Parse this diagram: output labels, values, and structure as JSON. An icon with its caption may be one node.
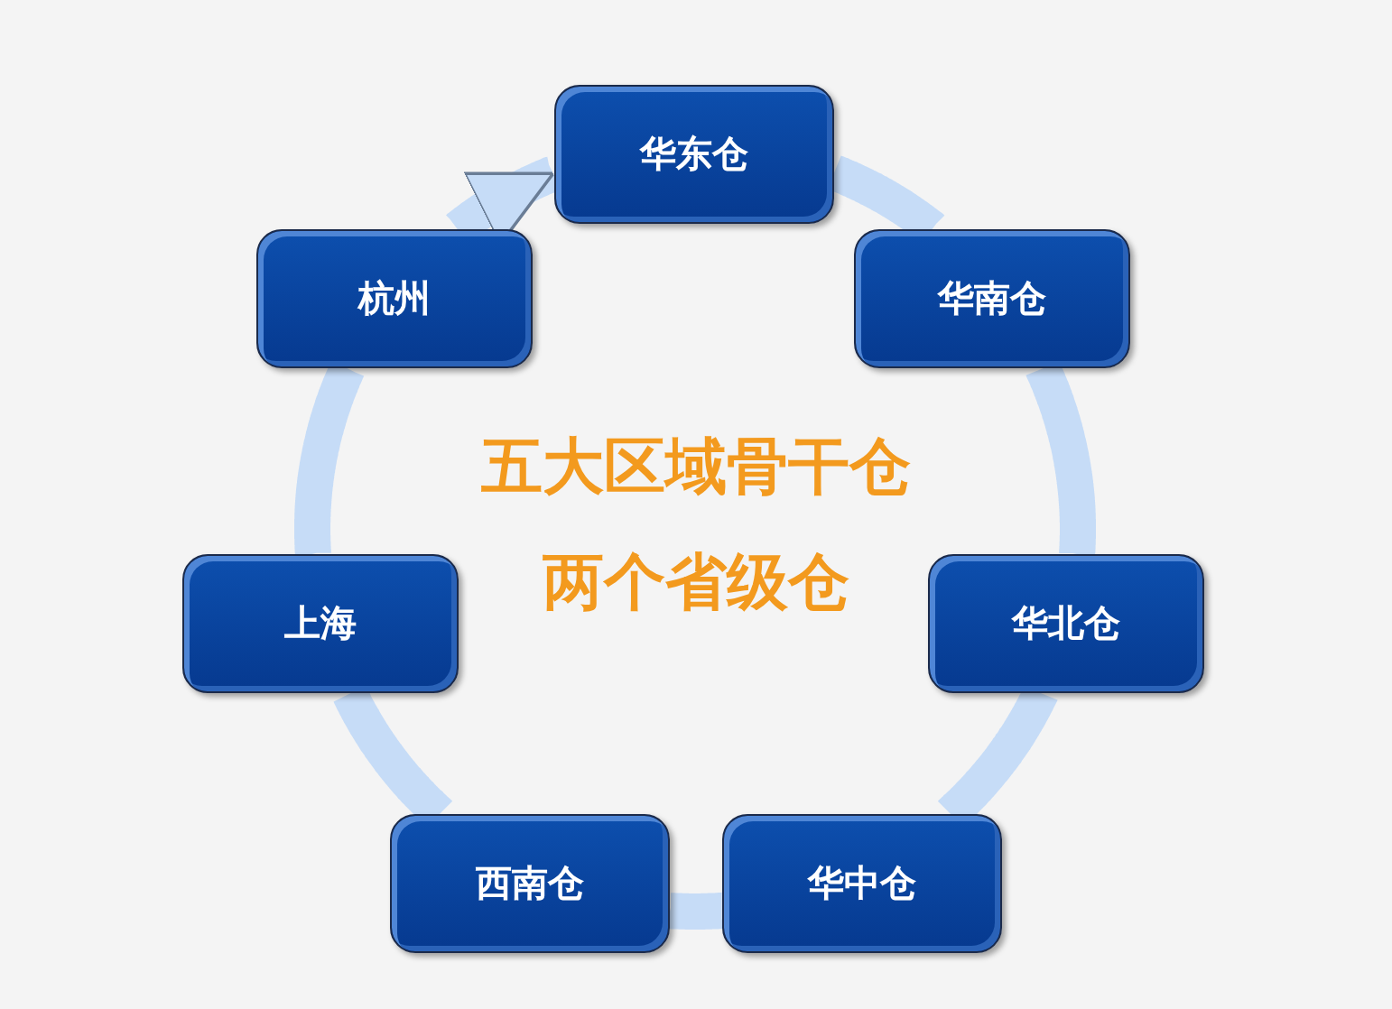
{
  "diagram": {
    "nodes": [
      {
        "text": [
          "华东仓"
        ]
      },
      {
        "text": [
          "华南仓"
        ]
      },
      {
        "text": [
          "华北仓"
        ]
      },
      {
        "text": [
          "华中仓"
        ]
      },
      {
        "text": [
          "西南仓"
        ]
      },
      {
        "text": [
          "上海"
        ]
      },
      {
        "text": [
          "杭州"
        ]
      }
    ],
    "edges": [
      {
        "from": 0,
        "to": 1,
        "arrow": "none"
      },
      {
        "from": 1,
        "to": 2,
        "arrow": "none"
      },
      {
        "from": 2,
        "to": 3,
        "arrow": "none"
      },
      {
        "from": 3,
        "to": 4,
        "arrow": "none"
      },
      {
        "from": 4,
        "to": 5,
        "arrow": "none"
      },
      {
        "from": 5,
        "to": 6,
        "arrow": "none"
      },
      {
        "from": 6,
        "to": 0,
        "arrow": "to"
      }
    ],
    "labels": [
      "五大区域骨干仓",
      "两个省级仓"
    ]
  }
}
